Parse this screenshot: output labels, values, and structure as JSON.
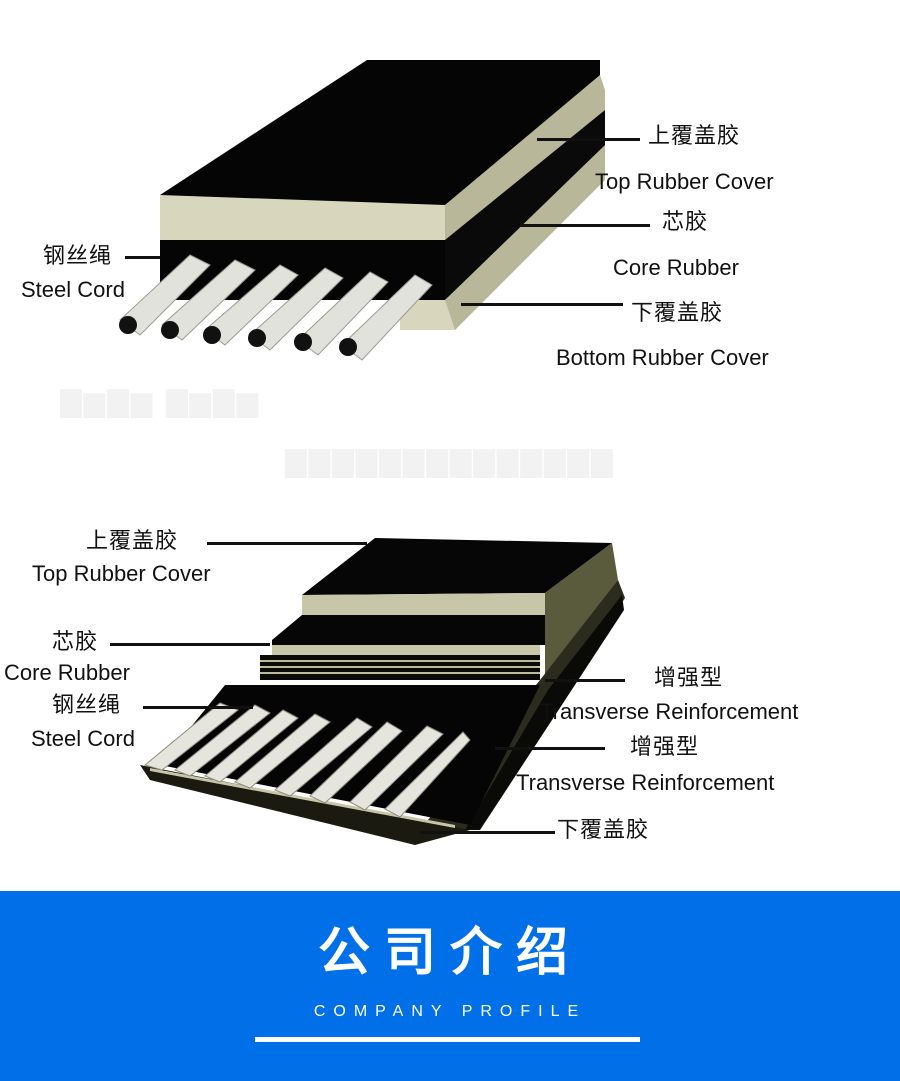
{
  "top_diagram": {
    "labels": {
      "steel_cord_zh": "钢丝绳",
      "steel_cord_en": "Steel Cord",
      "top_cover_zh": "上覆盖胶",
      "top_cover_en": "Top Rubber Cover",
      "core_zh": "芯胶",
      "core_en": "Core Rubber",
      "bottom_cover_zh": "下覆盖胶",
      "bottom_cover_en": "Bottom Rubber Cover"
    },
    "colors": {
      "rubber": "#050505",
      "cover_layer": "#d8d6bd",
      "cord": "#e2e2dc"
    }
  },
  "bottom_diagram": {
    "labels": {
      "top_cover_zh": "上覆盖胶",
      "top_cover_en": "Top Rubber Cover",
      "core_zh": "芯胶",
      "core_en": "Core Rubber",
      "steel_cord_zh": "钢丝绳",
      "steel_cord_en": "Steel Cord",
      "reinforce1_zh": "增强型",
      "reinforce1_en": "Transverse Reinforcement",
      "reinforce2_zh": "增强型",
      "reinforce2_en": "Transverse Reinforcement",
      "bottom_cover_zh": "下覆盖胶"
    },
    "colors": {
      "rubber": "#0a0a06",
      "olive_layer": "#5a5a3c",
      "cover_layer": "#c8c6a8"
    }
  },
  "banner": {
    "title": "公司介绍",
    "subtitle": "COMPANY PROFILE",
    "background": "#0170e8",
    "text_color": "#ffffff"
  }
}
